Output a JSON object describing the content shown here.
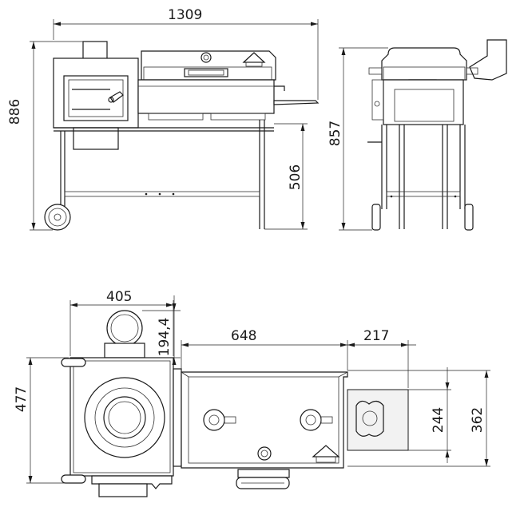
{
  "dimensions": {
    "front_total_width": "1309",
    "front_total_height": "886",
    "front_table_height": "506",
    "side_total_height": "857",
    "top_firebox_width": "405",
    "top_chimney_offset": "194,4",
    "top_grill_width": "648",
    "top_shelf_width": "217",
    "top_total_depth": "477",
    "top_shelf_inner_depth": "244",
    "top_shelf_outer_depth": "362"
  }
}
